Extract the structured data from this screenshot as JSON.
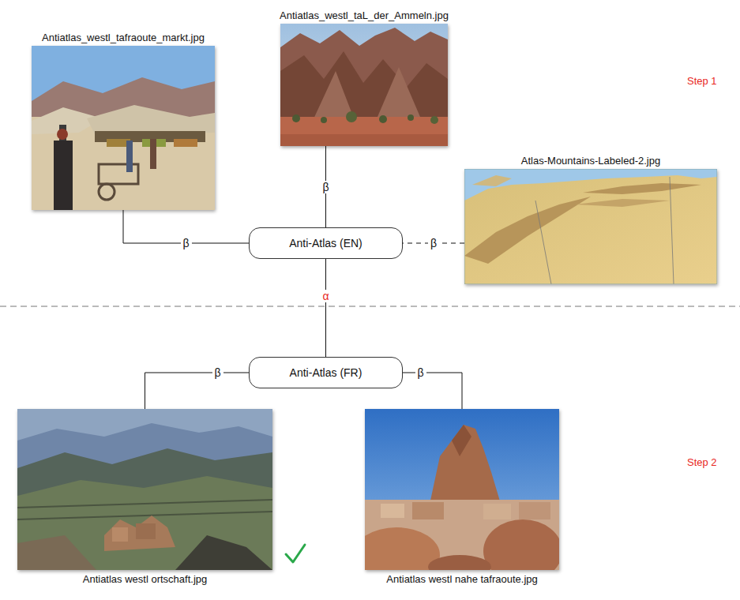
{
  "diagram": {
    "nodes": [
      {
        "text": [
          "Antiatlas_westl_taL_der_Ammeln.jpg"
        ]
      },
      {
        "text": [
          "Antiatlas_westl_tafraoute_markt.jpg"
        ]
      },
      {
        "text": [
          "Atlas-Mountains-Labeled-2.jpg"
        ]
      },
      {
        "text": [
          "Anti-Atlas (EN)"
        ]
      },
      {
        "text": [
          "Anti-Atlas (FR)"
        ]
      },
      {
        "text": [
          "Antiatlas westl ortschaft.jpg"
        ]
      },
      {
        "text": [
          "Antiatlas westl nahe tafraoute.jpg"
        ]
      }
    ],
    "edges": [
      {
        "from": 0,
        "to": 3,
        "arrow": "none",
        "label": "β"
      },
      {
        "from": 1,
        "to": 3,
        "arrow": "none",
        "label": "β"
      },
      {
        "from": 2,
        "to": 3,
        "arrow": "none",
        "label": "β"
      },
      {
        "from": 3,
        "to": 4,
        "arrow": "none",
        "label": "α"
      },
      {
        "from": 4,
        "to": 5,
        "arrow": "none",
        "label": "β"
      },
      {
        "from": 4,
        "to": 6,
        "arrow": "none",
        "label": "β"
      }
    ],
    "labels": [
      "Step 1",
      "Step 2"
    ]
  }
}
